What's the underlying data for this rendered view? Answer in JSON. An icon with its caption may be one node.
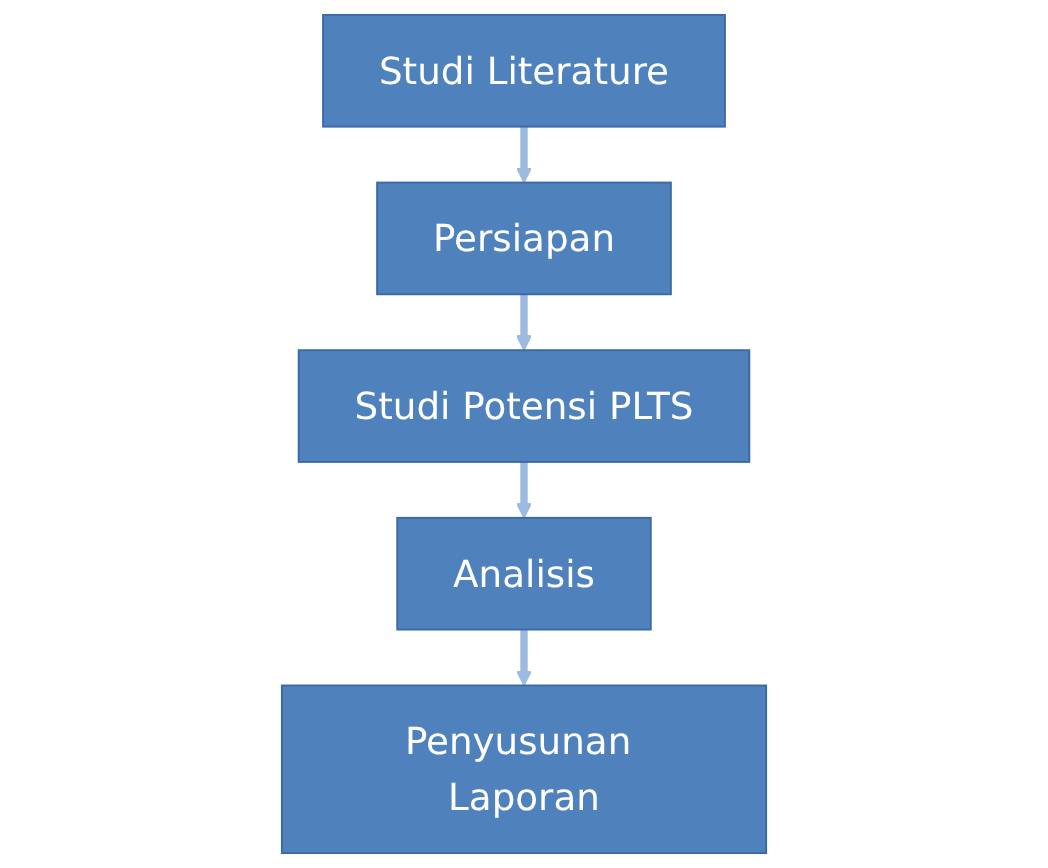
{
  "diagram": {
    "nodes": [
      {
        "text": [
          "Studi Literature"
        ]
      },
      {
        "text": [
          "Persiapan"
        ]
      },
      {
        "text": [
          "Studi Potensi PLTS"
        ]
      },
      {
        "text": [
          "Analisis"
        ]
      },
      {
        "text": [
          "Penyusunan Laporan"
        ]
      }
    ],
    "edges": [
      {
        "from": 0,
        "to": 1,
        "arrow": "to"
      },
      {
        "from": 1,
        "to": 2,
        "arrow": "to"
      },
      {
        "from": 2,
        "to": 3,
        "arrow": "to"
      },
      {
        "from": 3,
        "to": 4,
        "arrow": "to"
      }
    ]
  }
}
